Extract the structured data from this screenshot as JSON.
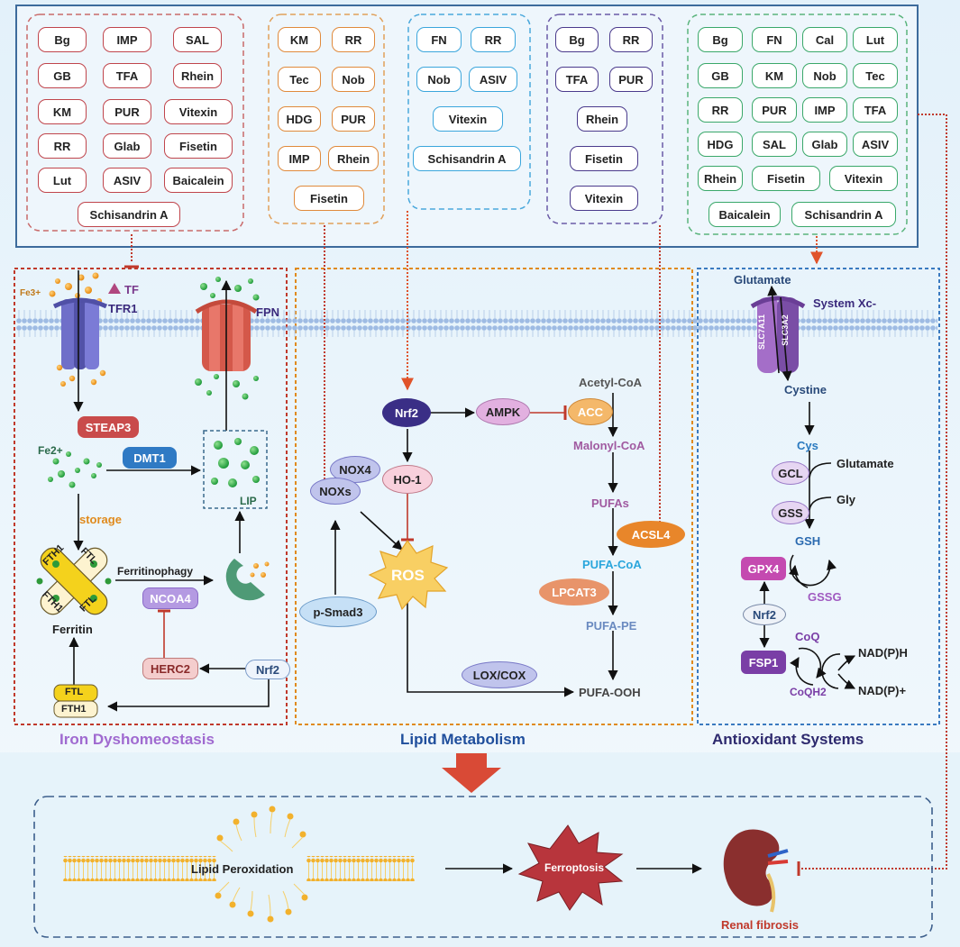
{
  "compound_groups": {
    "red": [
      "Bg",
      "IMP",
      "SAL",
      "GB",
      "TFA",
      "Rhein",
      "KM",
      "PUR",
      "Vitexin",
      "RR",
      "Glab",
      "Fisetin",
      "Lut",
      "ASIV",
      "Baicalein",
      "Schisandrin A"
    ],
    "orange": [
      "KM",
      "RR",
      "Tec",
      "Nob",
      "HDG",
      "PUR",
      "IMP",
      "Rhein",
      "Fisetin"
    ],
    "blue": [
      "FN",
      "RR",
      "Nob",
      "ASIV",
      "Vitexin",
      "Schisandrin A"
    ],
    "purple": [
      "Bg",
      "RR",
      "TFA",
      "PUR",
      "Rhein",
      "Fisetin",
      "Vitexin"
    ],
    "green": [
      "Bg",
      "FN",
      "Cal",
      "Lut",
      "GB",
      "KM",
      "Nob",
      "Tec",
      "RR",
      "PUR",
      "IMP",
      "TFA",
      "HDG",
      "SAL",
      "Glab",
      "ASIV",
      "Rhein",
      "Fisetin",
      "Vitexin",
      "Baicalein",
      "Schisandrin A"
    ]
  },
  "iron": {
    "fe3": "Fe3+",
    "tf": "TF",
    "tfr1": "TFR1",
    "fpn": "FPN",
    "steap3": "STEAP3",
    "fe2": "Fe2+",
    "dmt1": "DMT1",
    "lip": "LIP",
    "storage": "storage",
    "fth1": "FTH1",
    "ftl": "FTL",
    "ferritinophagy": "Ferritinophagy",
    "ncoa4": "NCOA4",
    "ferritin": "Ferritin",
    "herc2": "HERC2",
    "nrf2": "Nrf2"
  },
  "lipid": {
    "nrf2": "Nrf2",
    "ampk": "AMPK",
    "acc": "ACC",
    "acetyl_coa": "Acetyl-CoA",
    "malonyl_coa": "Malonyl-CoA",
    "ho1": "HO-1",
    "nox4": "NOX4",
    "noxs": "NOXs",
    "ros": "ROS",
    "psmad3": "p-Smad3",
    "pufas": "PUFAs",
    "acsl4": "ACSL4",
    "pufa_coa": "PUFA-CoA",
    "lpcat3": "LPCAT3",
    "pufa_pe": "PUFA-PE",
    "loxcox": "LOX/COX",
    "pufa_ooh": "PUFA-OOH"
  },
  "antiox": {
    "glutamate_top": "Glutamate",
    "system_xc": "System Xc-",
    "slc7a11": "SLC7A11",
    "slc3a2": "SLC3A2",
    "cystine": "Cystine",
    "cys": "Cys",
    "gcl": "GCL",
    "glutamate": "Glutamate",
    "gss": "GSS",
    "gly": "Gly",
    "gsh": "GSH",
    "gpx4": "GPX4",
    "gssg": "GSSG",
    "nrf2": "Nrf2",
    "fsp1": "FSP1",
    "coq": "CoQ",
    "coqh2": "CoQH2",
    "nadph": "NAD(P)H",
    "nadp": "NAD(P)+"
  },
  "sections": {
    "iron": "Iron Dyshomeostasis",
    "lipid": "Lipid Metabolism",
    "antiox": "Antioxidant Systems"
  },
  "bottom": {
    "lipid_peroxidation": "Lipid Peroxidation",
    "ferroptosis": "Ferroptosis",
    "renal_fibrosis": "Renal fibrosis"
  },
  "colors": {
    "red_group": "#c0454c",
    "orange_group": "#e08a3c",
    "blue_group": "#3ba6dc",
    "purple_group": "#4a3a8c",
    "green_group": "#3aa86a",
    "membrane": "#aac4e6",
    "inhibit": "#c0392b",
    "section_iron": "#a06ad0",
    "section_lipid": "#1f4e9c",
    "section_antiox": "#2e2a6e"
  }
}
